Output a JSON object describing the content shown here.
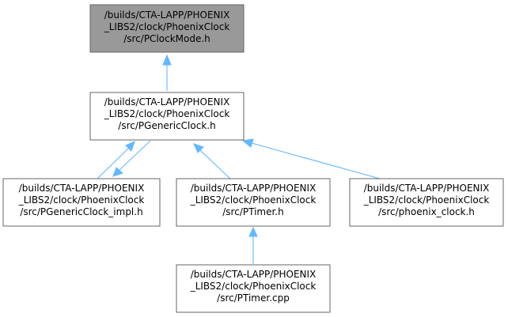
{
  "nodes": {
    "pclockmode": {
      "lines": [
        "/builds/CTA-LAPP/PHOENIX",
        "_LIBS2/clock/PhoenixClock",
        "/src/PClockMode.h"
      ],
      "highlighted": true
    },
    "pgenericclock": {
      "lines": [
        "/builds/CTA-LAPP/PHOENIX",
        "_LIBS2/clock/PhoenixClock",
        "/src/PGenericClock.h"
      ],
      "highlighted": false
    },
    "pgenericclock_impl": {
      "lines": [
        "/builds/CTA-LAPP/PHOENIX",
        "_LIBS2/clock/PhoenixClock",
        "/src/PGenericClock_impl.h"
      ],
      "highlighted": false
    },
    "ptimer_h": {
      "lines": [
        "/builds/CTA-LAPP/PHOENIX",
        "_LIBS2/clock/PhoenixClock",
        "/src/PTimer.h"
      ],
      "highlighted": false
    },
    "phoenix_clock": {
      "lines": [
        "/builds/CTA-LAPP/PHOENIX",
        "_LIBS2/clock/PhoenixClock",
        "/src/phoenix_clock.h"
      ],
      "highlighted": false
    },
    "ptimer_cpp": {
      "lines": [
        "/builds/CTA-LAPP/PHOENIX",
        "_LIBS2/clock/PhoenixClock",
        "/src/PTimer.cpp"
      ],
      "highlighted": false
    }
  },
  "edges": [
    {
      "from": "pgenericclock",
      "to": "pclockmode"
    },
    {
      "from": "pgenericclock_impl",
      "to": "pgenericclock"
    },
    {
      "from": "pgenericclock",
      "to": "pgenericclock_impl"
    },
    {
      "from": "ptimer_h",
      "to": "pgenericclock"
    },
    {
      "from": "phoenix_clock",
      "to": "pgenericclock"
    },
    {
      "from": "ptimer_cpp",
      "to": "ptimer_h"
    }
  ],
  "colors": {
    "highlight_fill": "#999999",
    "node_fill": "#ffffff",
    "node_border": "#666666",
    "edge": "#63b8ff"
  }
}
